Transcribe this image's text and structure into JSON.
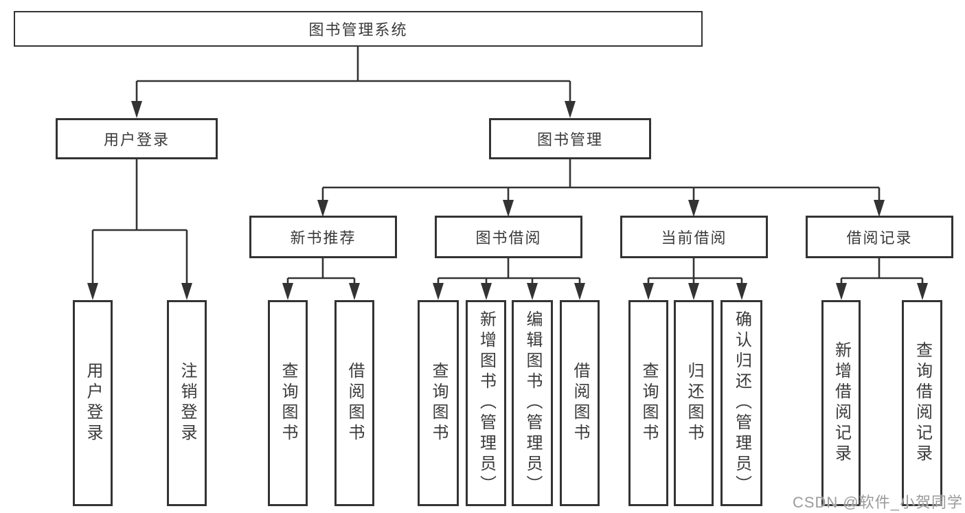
{
  "diagram": {
    "type": "hierarchy-tree",
    "title": "图书管理系统",
    "nodes": {
      "root": {
        "label": "图书管理系统"
      },
      "user_login": {
        "label": "用户登录"
      },
      "book_management": {
        "label": "图书管理"
      },
      "new_book_recommend": {
        "label": "新书推荐"
      },
      "book_borrowing": {
        "label": "图书借阅"
      },
      "current_borrowing": {
        "label": "当前借阅"
      },
      "borrowing_records": {
        "label": "借阅记录"
      },
      "user_login_children": [
        "用户登录",
        "注销登录"
      ],
      "new_book_recommend_children": [
        "查询图书",
        "借阅图书"
      ],
      "book_borrowing_children": [
        "查询图书",
        "新增图书（管理员）",
        "编辑图书（管理员）",
        "借阅图书"
      ],
      "current_borrowing_children": [
        "查询图书",
        "归还图书",
        "确认归还（管理员）"
      ],
      "borrowing_records_children": [
        "新增借阅记录",
        "查询借阅记录"
      ]
    }
  },
  "watermark": "CSDN @软件_小贺同学",
  "colors": {
    "line": "#333333",
    "text": "#3a3a3a",
    "watermark": "#9b9b9b",
    "background": "#ffffff"
  }
}
